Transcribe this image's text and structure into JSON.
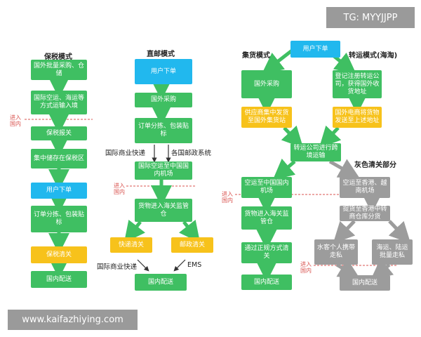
{
  "watermark_top": "TG: MYYJJPP",
  "watermark_bottom": "www.kaifazhiying.com",
  "border_mark": "进入\n国内",
  "bonded": {
    "title": "保税模式",
    "steps": [
      "国外批量采购、仓储",
      "国际空运、海运等方式运输入境",
      "保税报关",
      "集中储存在保税区",
      "用户下单",
      "订单分拣、包装贴标",
      "保税清关",
      "国内配送"
    ]
  },
  "direct": {
    "title": "直邮模式",
    "steps": [
      "用户下单",
      "国外采购",
      "订单分拣、包装贴标",
      "国际空运至中国国内机场",
      "货物进入海关监管仓",
      "快递清关",
      "邮政清关",
      "国内配送"
    ],
    "labels": [
      "国际商业快递",
      "各国邮政系统",
      "国际商业快递",
      "EMS"
    ]
  },
  "group": {
    "order": "用户下单",
    "center": "转运公司进行跨境运输",
    "stock": {
      "title": "集货模式",
      "steps": [
        "国外采购",
        "供应商集中发货至国外集货站",
        "空运至中国国内机场",
        "货物进入海关监管仓",
        "通过正规方式清关",
        "国内配送"
      ]
    },
    "forward": {
      "title": "转运模式(海淘)",
      "steps": [
        "登记注册转运公司，获得国外收货地址",
        "国外电商将货物发送至上述地址"
      ]
    },
    "gray": {
      "title": "灰色清关部分",
      "steps": [
        "空运至香港、越南机场",
        "提货至香港中转商仓库分货",
        "水客个人携带走私",
        "海运、陆运批量走私",
        "国内配送"
      ]
    }
  },
  "colors": {
    "green": "#3fbf62",
    "blue": "#21b8ee",
    "yellow": "#f7c21b",
    "gray": "#9c9c9c",
    "border": "#d9534f"
  }
}
